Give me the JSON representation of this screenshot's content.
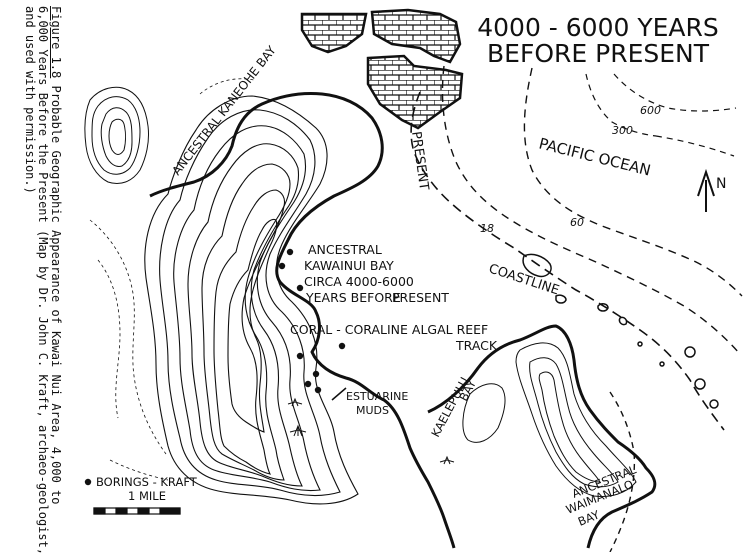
{
  "caption": {
    "figure_label": "Figure 1.8",
    "line1_rest": " Probable Geographic Appearance of Kawai Nui Area, 4,000 to",
    "line2": "6,000 Years Before the Present (Map by Dr. John C. Kraft, archaeo-geologist,",
    "line3": "and used with permission.)"
  },
  "map": {
    "title_line1": "4000 - 6000  YEARS",
    "title_line2": "BEFORE  PRESENT",
    "pacific_ocean": "PACIFIC  OCEAN",
    "north": "N",
    "depth_600": "600",
    "depth_300": "300",
    "depth_60": "60",
    "depth_18": "18",
    "present_label": "PRESENT",
    "coastline_label": "COASTLINE",
    "kaneohe": "ANCESTRAL KANEOHE BAY",
    "kawainui_1": "ANCESTRAL",
    "kawainui_2": "KAWAINUI BAY",
    "kawainui_3": "CIRCA 4000-6000",
    "kawainui_4": "YEARS BEFORE",
    "kawainui_5": "PRESENT",
    "reef_1": "CORAL - CORALINE ALGAL REEF",
    "reef_2": "TRACK",
    "estuarine_1": "ESTUARINE",
    "estuarine_2": "MUDS",
    "kaelepulu_1": "KAELEPULU",
    "kaelepulu_2": "BAY",
    "waimanalo_1": "ANCESTRAL",
    "waimanalo_2": "WAIMANALO",
    "waimanalo_3": "BAY",
    "borings_legend": "BORINGS - KRAFT",
    "scale_label": "1  MILE"
  },
  "colors": {
    "ink": "#111111",
    "paper": "#ffffff"
  }
}
